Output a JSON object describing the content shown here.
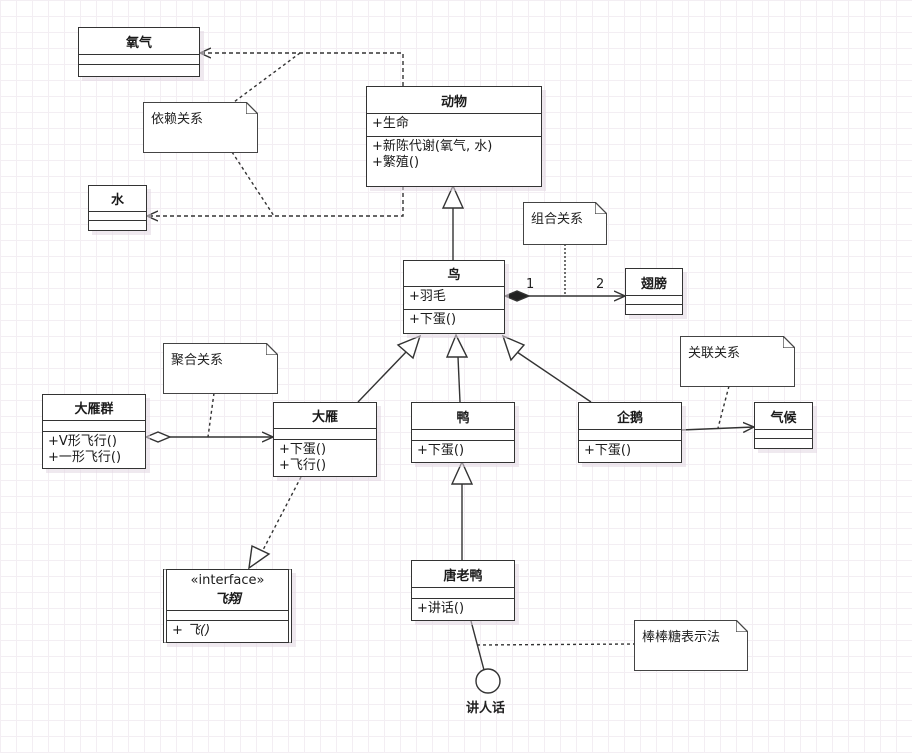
{
  "classes": {
    "oxygen": {
      "name": "氧气",
      "attributes": [],
      "operations": []
    },
    "water": {
      "name": "水",
      "attributes": [],
      "operations": []
    },
    "animal": {
      "name": "动物",
      "attributes": [
        "+生命"
      ],
      "operations": [
        "+新陈代谢(氧气, 水)",
        "+繁殖()"
      ]
    },
    "bird": {
      "name": "鸟",
      "attributes": [
        "+羽毛"
      ],
      "operations": [
        "+下蛋()"
      ]
    },
    "wing": {
      "name": "翅膀",
      "attributes": [],
      "operations": []
    },
    "goose_group": {
      "name": "大雁群",
      "attributes": [],
      "operations": [
        "+V形飞行()",
        "+一形飞行()"
      ]
    },
    "goose": {
      "name": "大雁",
      "attributes": [],
      "operations": [
        "+下蛋()",
        "+飞行()"
      ]
    },
    "duck": {
      "name": "鸭",
      "attributes": [],
      "operations": [
        "+下蛋()"
      ]
    },
    "penguin": {
      "name": "企鹅",
      "attributes": [],
      "operations": [
        "+下蛋()"
      ]
    },
    "climate": {
      "name": "气候",
      "attributes": [],
      "operations": []
    },
    "tang_duck": {
      "name": "唐老鸭",
      "attributes": [],
      "operations": [
        "+讲话()"
      ]
    },
    "fly_interface": {
      "stereotype": "«interface»",
      "name": "飞翔",
      "attributes": [],
      "operations": [
        "+ 飞()"
      ]
    }
  },
  "notes": {
    "dependency": "依赖关系",
    "composition": "组合关系",
    "aggregation": "聚合关系",
    "association": "关联关系",
    "lollipop": "棒棒糖表示法"
  },
  "multiplicities": {
    "bird_end": "1",
    "wing_end": "2"
  },
  "lollipop_interface": "讲人话",
  "relationships": [
    {
      "type": "dependency",
      "from": "animal",
      "to": "oxygen"
    },
    {
      "type": "dependency",
      "from": "animal",
      "to": "water"
    },
    {
      "type": "generalization",
      "from": "bird",
      "to": "animal"
    },
    {
      "type": "composition",
      "from": "bird",
      "to": "wing"
    },
    {
      "type": "generalization",
      "from": "goose",
      "to": "bird"
    },
    {
      "type": "generalization",
      "from": "duck",
      "to": "bird"
    },
    {
      "type": "generalization",
      "from": "penguin",
      "to": "bird"
    },
    {
      "type": "aggregation",
      "from": "goose_group",
      "to": "goose"
    },
    {
      "type": "association",
      "from": "penguin",
      "to": "climate"
    },
    {
      "type": "realization",
      "from": "goose",
      "to": "fly_interface"
    },
    {
      "type": "generalization",
      "from": "tang_duck",
      "to": "duck"
    },
    {
      "type": "lollipop",
      "from": "tang_duck",
      "to": "讲人话"
    }
  ],
  "colors": {
    "line": "#333333",
    "grid": "#f3eef3",
    "background": "#ffffff"
  }
}
